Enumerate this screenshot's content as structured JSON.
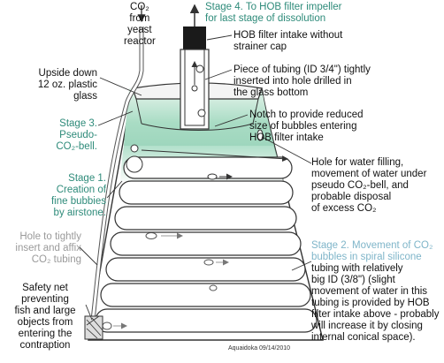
{
  "labels": {
    "co2_from": [
      "CO₂",
      "from",
      "yeast",
      "reactor"
    ],
    "stage4": [
      "Stage 4. To HOB filter impeller",
      "for last stage of dissolution"
    ],
    "hob_intake": [
      "HOB filter intake without",
      "strainer cap"
    ],
    "upside_down": [
      "Upside down",
      "12 oz. plastic",
      "glass"
    ],
    "piece_tubing": [
      "Piece of tubing (ID 3/4\") tightly",
      "inserted into hole drilled in",
      "the glass bottom"
    ],
    "stage3": [
      "Stage 3.",
      "Pseudo-",
      "CO₂-bell."
    ],
    "notch": [
      "Notch to provide reduced",
      "size of bubbles entering",
      "HOB filter intake"
    ],
    "stage1": [
      "Stage 1.",
      "Creation of",
      "fine bubbies",
      "by airstone."
    ],
    "hole_water": [
      "Hole for water filling,",
      "movement of water under",
      "pseudo CO₂-bell, and",
      "probable disposal",
      " of excess CO₂"
    ],
    "hole_tightly": [
      "Hole to tightly",
      "insert and affix",
      "CO₂ tubing"
    ],
    "stage2_blue": [
      "Stage 2. Movement of CO₂",
      "bubbles in spiral silicone"
    ],
    "stage2_black": [
      "tubing with relatively",
      "big ID (3/8\") (slight",
      "movement of water in this",
      "tubing is provided by HOB",
      "filter intake above - probably",
      "will increase it by closing",
      "internal conical space)."
    ],
    "safety_net": [
      "Safety net",
      "preventing",
      "fish and large",
      "objects from",
      "entering the",
      "contraption"
    ],
    "credit": "Aquaidoka 09/14/2010"
  },
  "colors": {
    "teal_text": "#2e8b7a",
    "grey_text": "#9a9a9a",
    "blue_text": "#7fb5c9",
    "water_green": "#bfe5d2",
    "outline": "#333333"
  }
}
